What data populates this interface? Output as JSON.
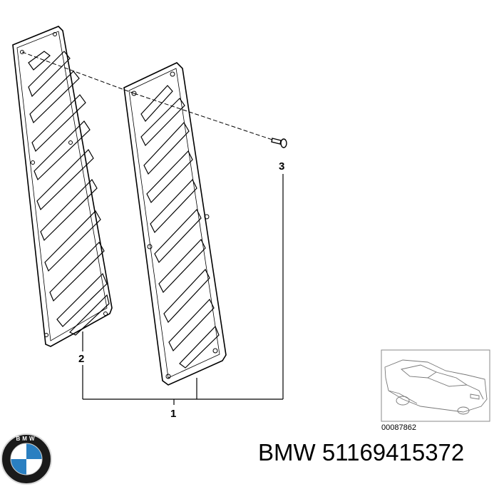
{
  "diagram": {
    "callouts": {
      "pedal_cover": "1",
      "rest_plate": "2",
      "screw": "3"
    },
    "reference_number": "00087862"
  },
  "footer": {
    "brand": "BMW",
    "part_number": "51169415372",
    "logo_letters": "BMW",
    "logo_colors": {
      "outer": "#1a1a1a",
      "ring": "#d9d9d9",
      "blue": "#2a7fc1",
      "white": "#ffffff"
    }
  }
}
